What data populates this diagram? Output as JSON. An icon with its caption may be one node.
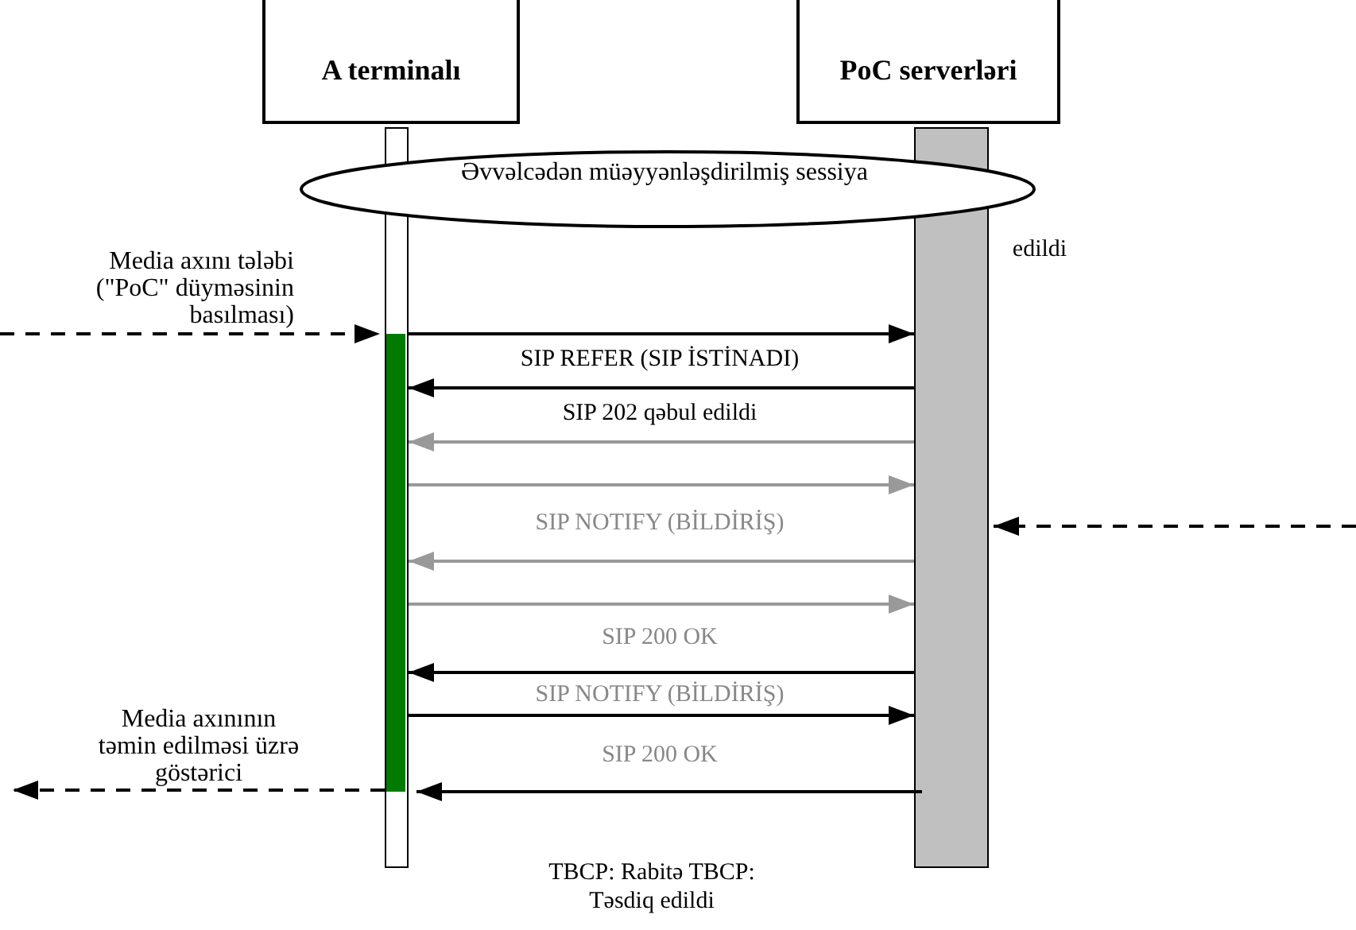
{
  "diagram": {
    "nodes": [
      {
        "text": [
          "A terminalı"
        ]
      },
      {
        "text": [
          "PoC serverləri"
        ]
      },
      {
        "text": [
          "Əvvəlcədən müəyyənləşdirilmiş sessiya"
        ]
      },
      {
        "text": [],
        "shape": "bar"
      },
      {
        "text": [],
        "shape": "bar",
        "in": 3
      },
      {
        "text": [],
        "shape": "bar"
      }
    ],
    "edges": [
      {
        "from": null,
        "to": 3,
        "arrow": "to",
        "style": "dashed",
        "label": "Media axını tələbi (\"PoC\" düyməsinin basılması)"
      },
      {
        "from": 4,
        "to": 5,
        "arrow": "to"
      },
      {
        "from": 5,
        "to": 4,
        "arrow": "to"
      },
      {
        "from": 5,
        "to": 4,
        "arrow": "to",
        "color": "#999999"
      },
      {
        "from": 4,
        "to": 5,
        "arrow": "to",
        "color": "#999999"
      },
      {
        "from": 5,
        "to": 4,
        "arrow": "to",
        "color": "#999999"
      },
      {
        "from": 4,
        "to": 5,
        "arrow": "to",
        "color": "#999999"
      },
      {
        "from": 5,
        "to": 4,
        "arrow": "to"
      },
      {
        "from": 4,
        "to": 5,
        "arrow": "to"
      },
      {
        "from": 5,
        "to": 4,
        "arrow": "to"
      },
      {
        "from": null,
        "to": 5,
        "arrow": "to",
        "style": "dashed"
      },
      {
        "from": 3,
        "to": null,
        "arrow": "to",
        "style": "dashed",
        "label": "Media axınının təmin edilməsi üzrə göstərici"
      }
    ],
    "labels": [
      "edildi",
      "SIP REFER (SIP İSTİNADI)",
      "SIP 202 qəbul edildi",
      "SIP NOTIFY (BİLDİRİŞ)",
      "SIP 200 OK",
      "SIP NOTIFY (BİLDİRİŞ)",
      "SIP 200 OK",
      "TBCP: Rabitə TBCP: Təsdiq edildi"
    ]
  }
}
